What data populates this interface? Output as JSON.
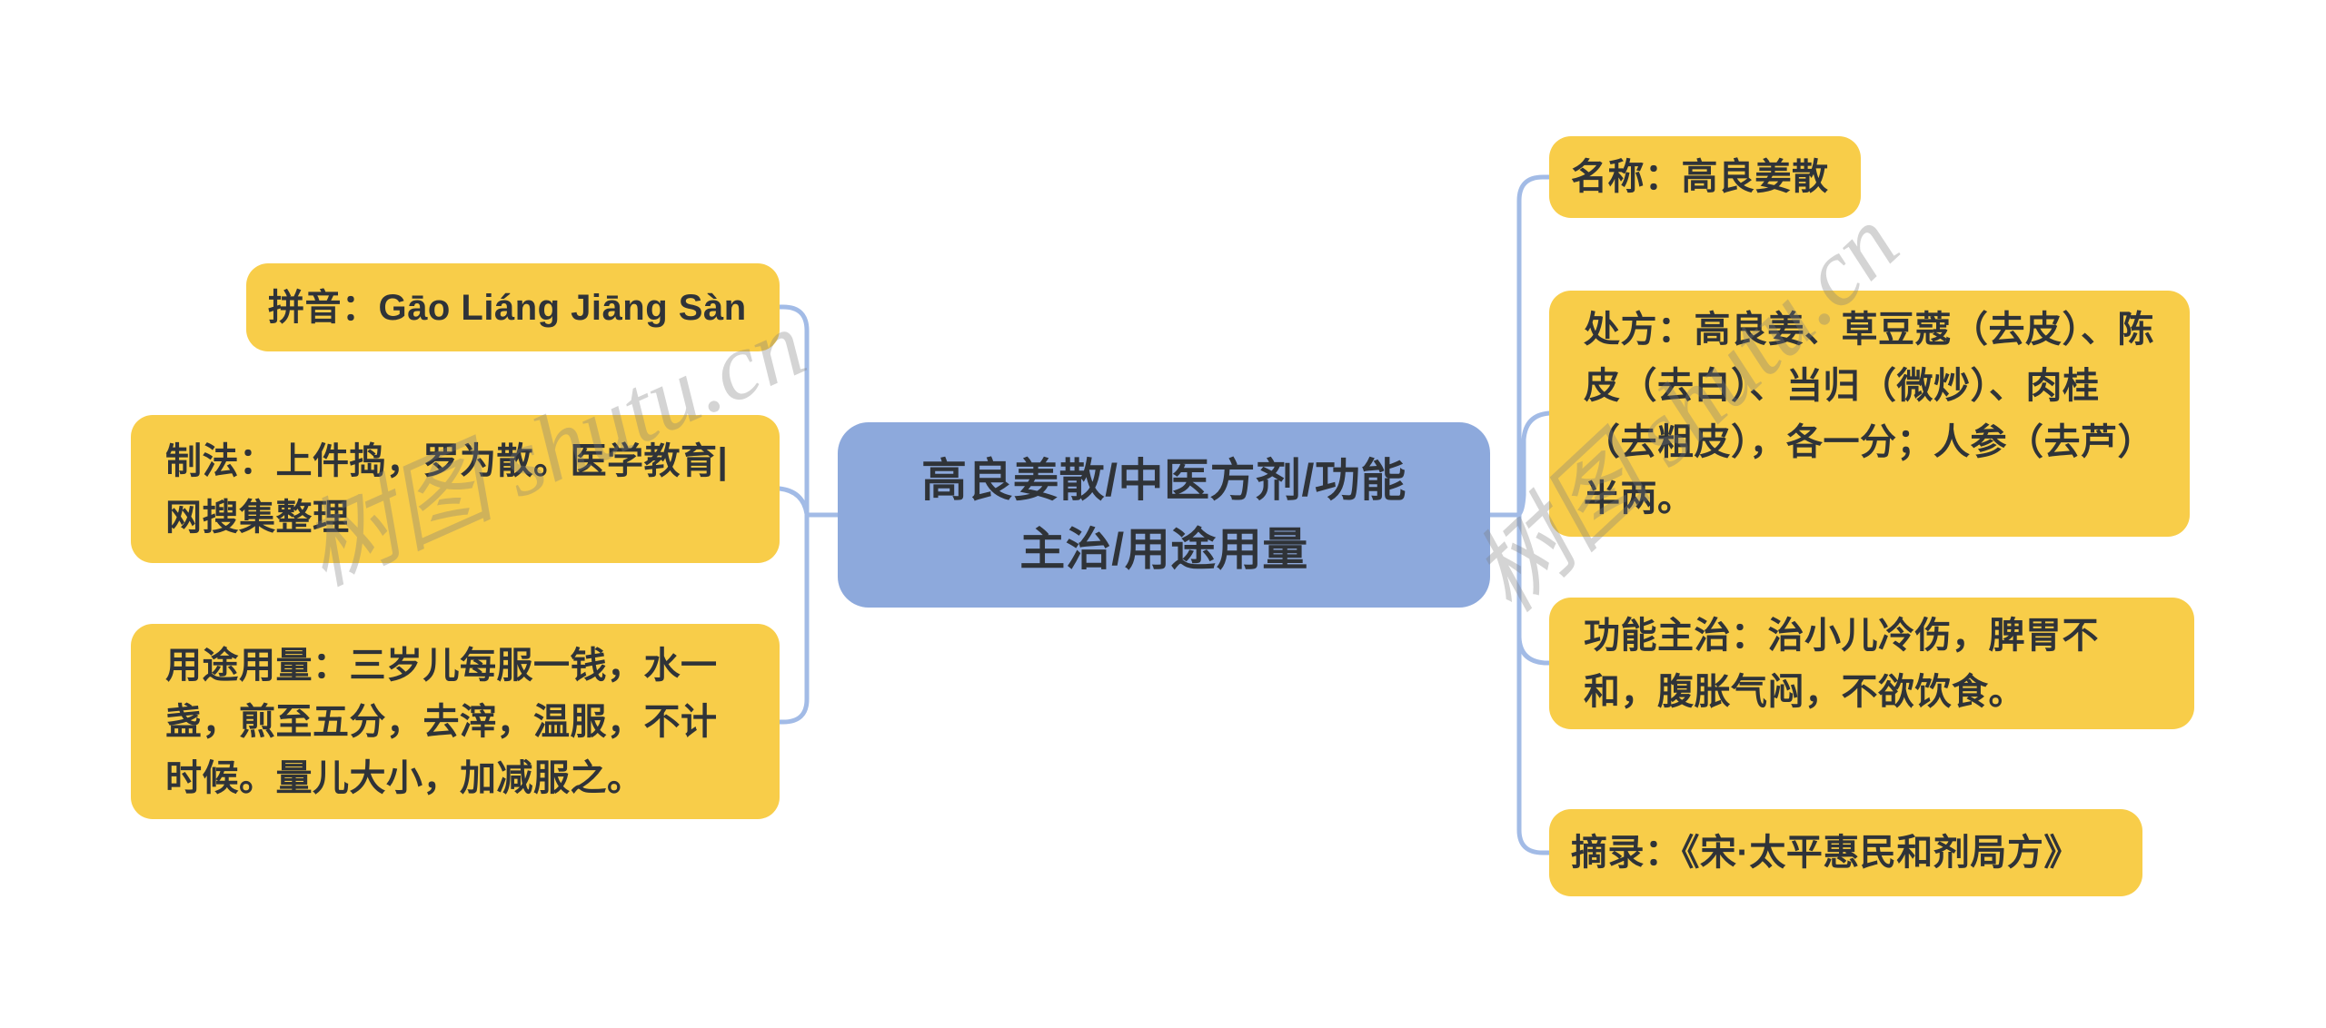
{
  "diagram": {
    "type": "mind-map",
    "watermark": "树图 shutu.cn",
    "central_node": {
      "label": "高良姜散/中医方剂/功能主治/用途用量"
    },
    "left_branches": [
      {
        "id": "pinyin",
        "label": "拼音：Gāo Liáng Jiāng Sàn"
      },
      {
        "id": "zhifa",
        "label": "制法：上件捣，罗为散。医学教育|网搜集整理"
      },
      {
        "id": "yongtu",
        "label": "用途用量：三岁儿每服一钱，水一盏，煎至五分，去滓，温服，不计时候。量儿大小，加减服之。"
      }
    ],
    "right_branches": [
      {
        "id": "mingcheng",
        "label": "名称：高良姜散"
      },
      {
        "id": "chufang",
        "label": "处方：高良姜、草豆蔻（去皮）、陈皮（去白）、当归（微炒）、肉桂（去粗皮），各一分；人参（去芦）半两。"
      },
      {
        "id": "gongneng",
        "label": "功能主治：治小儿冷伤，脾胃不和，腹胀气闷，不欲饮食。"
      },
      {
        "id": "zhailu",
        "label": "摘录：《宋·太平惠民和剂局方》"
      }
    ],
    "colors": {
      "background": "#FFFFFF",
      "branch_node_fill": "#F8CD49",
      "central_node_fill": "#8DA9DC",
      "connector": "#A2BBE6",
      "text": "#2F3338",
      "watermark": "#7D7D7D"
    }
  }
}
